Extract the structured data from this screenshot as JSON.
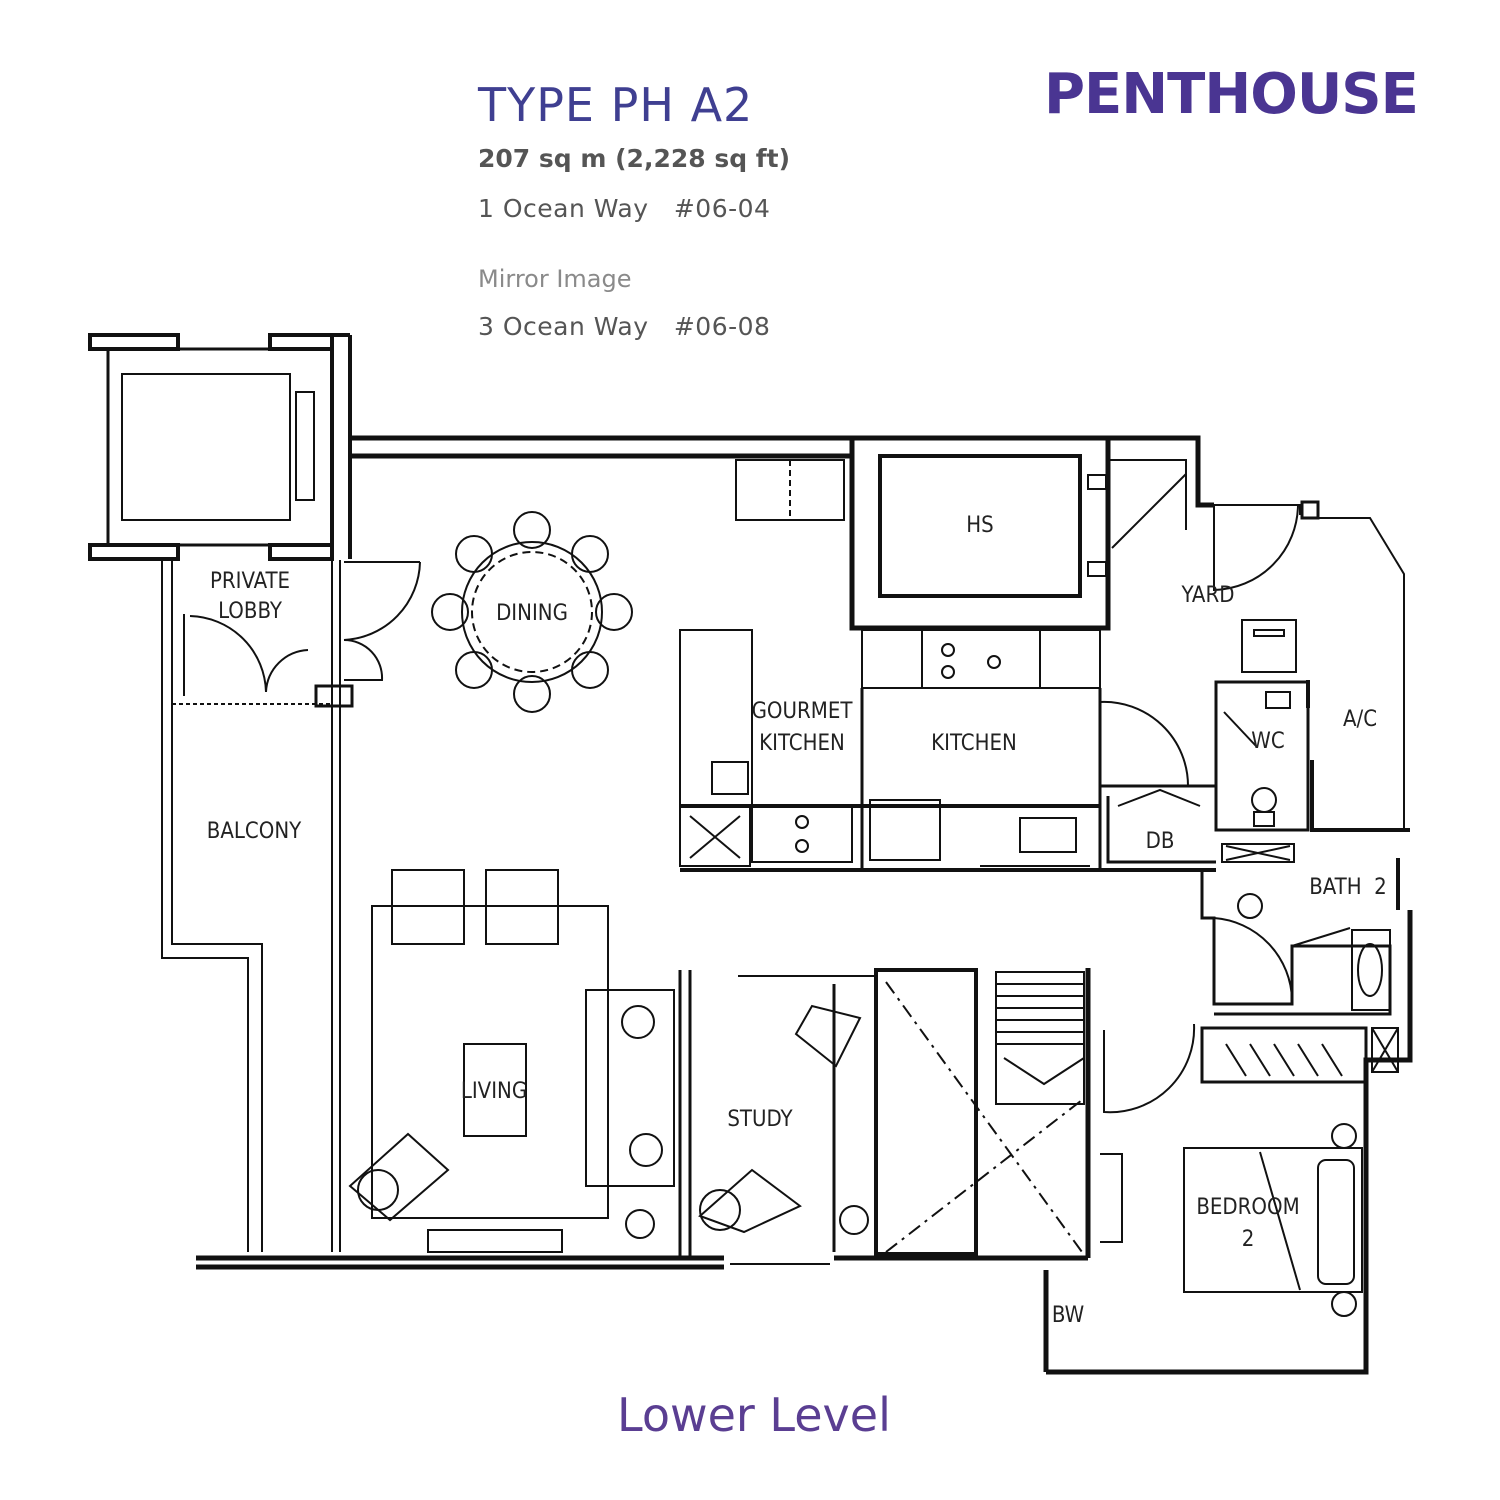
{
  "header": {
    "type_title": "TYPE PH A2",
    "area": "207 sq m (2,228 sq ft)",
    "address_primary": "1 Ocean Way   #06-04",
    "mirror_label": "Mirror Image",
    "address_mirror": "3 Ocean Way   #06-08",
    "brand": "PENTHOUSE"
  },
  "footer": {
    "level": "Lower Level"
  },
  "rooms": {
    "private_lobby_1": "PRIVATE",
    "private_lobby_2": "LOBBY",
    "dining": "DINING",
    "hs": "HS",
    "yard": "YARD",
    "gourmet_kitchen_1": "GOURMET",
    "gourmet_kitchen_2": "KITCHEN",
    "kitchen": "KITCHEN",
    "wc": "WC",
    "ac": "A/C",
    "balcony": "BALCONY",
    "db": "DB",
    "bath2": "BATH  2",
    "living": "LIVING",
    "study": "STUDY",
    "bedroom2_1": "BEDROOM",
    "bedroom2_2": "2",
    "bw": "BW"
  },
  "colors": {
    "title": "#3f3f91",
    "brand": "#4a3592",
    "wall": "#111111"
  }
}
